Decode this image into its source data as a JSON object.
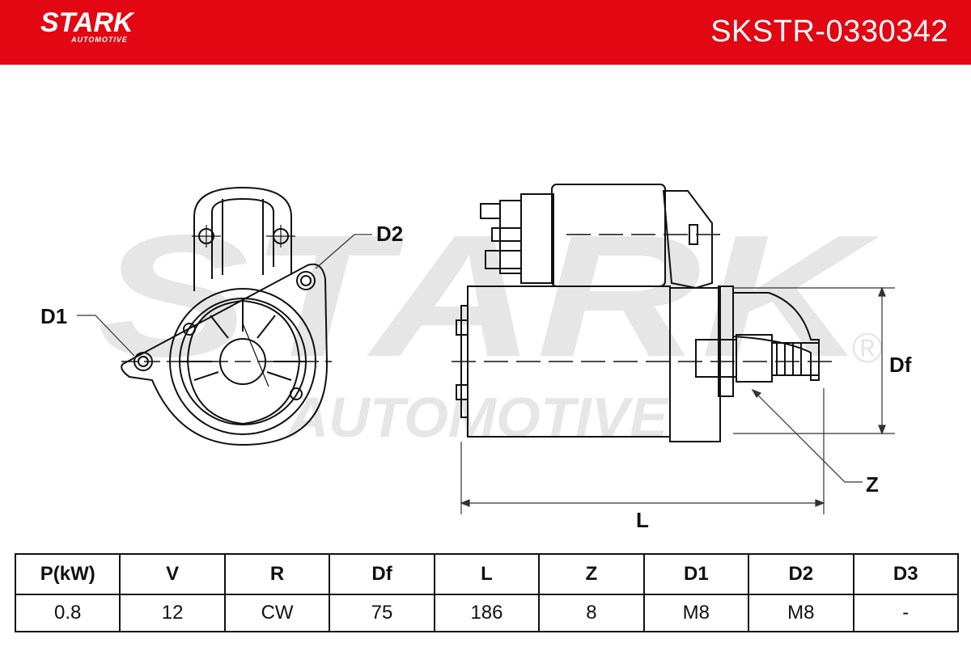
{
  "brand": {
    "name": "STARK",
    "tagline": "AUTOMOTIVE",
    "registered": "®",
    "color": "#e30613"
  },
  "part_number": "SKSTR-0330342",
  "watermark": {
    "main": "STARK",
    "sub": "AUTOMOTIVE",
    "registered": "®"
  },
  "drawing_labels": {
    "d1": "D1",
    "d2": "D2",
    "df": "Df",
    "z": "Z",
    "l": "L"
  },
  "specs": {
    "headers": [
      "P(kW)",
      "V",
      "R",
      "Df",
      "L",
      "Z",
      "D1",
      "D2",
      "D3"
    ],
    "values": [
      "0.8",
      "12",
      "CW",
      "75",
      "186",
      "8",
      "M8",
      "M8",
      "-"
    ]
  }
}
